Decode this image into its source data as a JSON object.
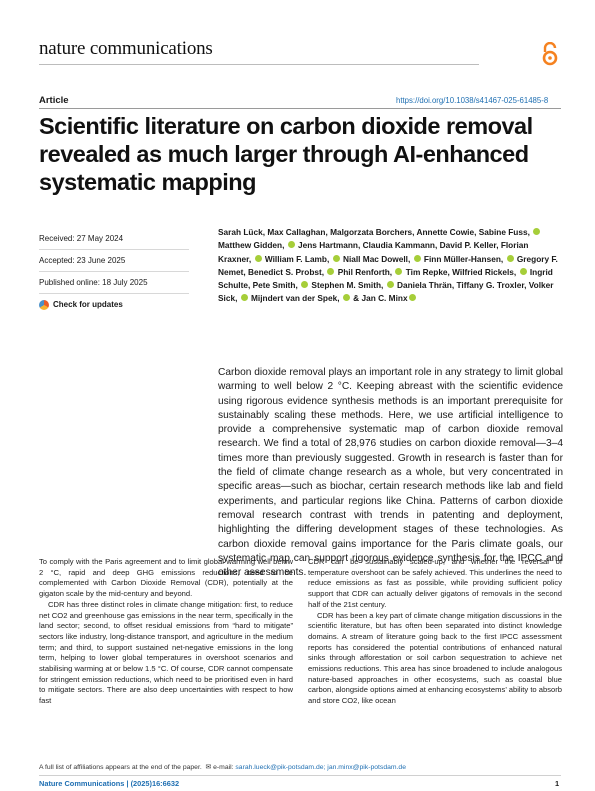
{
  "header": {
    "journal": "nature communications",
    "article_type": "Article",
    "doi": "https://doi.org/10.1038/s41467-025-61485-8"
  },
  "title": "Scientific literature on carbon dioxide removal revealed as much larger through AI-enhanced systematic mapping",
  "dates": {
    "received": "Received: 27 May 2024",
    "accepted": "Accepted: 23 June 2025",
    "published": "Published online: 18 July 2025",
    "check_updates": "Check for updates"
  },
  "authors": [
    "Sarah Lück",
    "Max Callaghan",
    "Malgorzata Borchers",
    "Annette Cowie",
    "Sabine Fuss",
    "Matthew Gidden",
    "Jens Hartmann",
    "Claudia Kammann",
    "David P. Keller",
    "Florian Kraxner",
    "William F. Lamb",
    "Niall Mac Dowell",
    "Finn Müller-Hansen",
    "Gregory F. Nemet",
    "Benedict S. Probst",
    "Phil Renforth",
    "Tim Repke",
    "Wilfried Rickels",
    "Ingrid Schulte",
    "Pete Smith",
    "Stephen M. Smith",
    "Daniela Thrän",
    "Tiffany G. Troxler",
    "Volker Sick",
    "Mijndert van der Spek",
    "Jan C. Minx"
  ],
  "abstract": "Carbon dioxide removal plays an important role in any strategy to limit global warming to well below 2 °C. Keeping abreast with the scientific evidence using rigorous evidence synthesis methods is an important prerequisite for sustainably scaling these methods. Here, we use artificial intelligence to provide a comprehensive systematic map of carbon dioxide removal research. We find a total of 28,976 studies on carbon dioxide removal—3–4 times more than previously suggested. Growth in research is faster than for the field of climate change research as a whole, but very concentrated in specific areas—such as biochar, certain research methods like lab and field experiments, and particular regions like China. Patterns of carbon dioxide removal research contrast with trends in patenting and deployment, highlighting the differing development stages of these technologies. As carbon dioxide removal gains importance for the Paris climate goals, our systematic map can support rigorous evidence synthesis for the IPCC and other assessments.",
  "body": {
    "left": [
      "To comply with the Paris agreement and to limit global warming well below 2 °C, rapid and deep GHG emissions reductions, need to be complemented with Carbon Dioxide Removal (CDR), potentially at the gigaton scale by the mid-century and beyond.",
      "CDR has three distinct roles in climate change mitigation: first, to reduce net CO2 and greenhouse gas emissions in the near term, specifically in the land sector; second, to offset residual emissions from “hard to mitigate” sectors like industry, long-distance transport, and agriculture in the medium term; and third, to support sustained net-negative emissions in the long term, helping to lower global temperatures in overshoot scenarios and stabilising warming at or below 1.5 °C. Of course, CDR cannot compensate for stringent emission reductions, which need to be prioritised even in hard to mitigate sectors. There are also deep uncertainties with respect to how fast"
    ],
    "right": [
      "CDR can be sustainably scaled-up, and whether the reversal of temperature overshoot can be safely achieved. This underlines the need to reduce emissions as fast as possible, while providing sufficient policy support that CDR can actually deliver gigatons of removals in the second half of the 21st century.",
      "CDR has been a key part of climate change mitigation discussions in the scientific literature, but has often been separated into distinct knowledge domains. A stream of literature going back to the first IPCC assessment reports has considered the potential contributions of enhanced natural sinks through afforestation or soil carbon sequestration to achieve net emissions reductions. This area has since broadened to include analogous nature-based approaches in other ecosystems, such as coastal blue carbon, alongside options aimed at enhancing ecosystems’ ability to absorb and store CO2, like ocean"
    ]
  },
  "footnote": {
    "text": "A full list of affiliations appears at the end of the paper.",
    "email_label": "e-mail:",
    "emails": "sarah.lueck@pik-potsdam.de; jan.minx@pik-potsdam.de"
  },
  "footer": {
    "journal": "Nature Communications | (2025)16:6632",
    "page": "1"
  },
  "colors": {
    "link": "#1f6fb2",
    "oa_orange": "#f58220",
    "orcid": "#a6ce39"
  },
  "icons": [
    "open-access-icon",
    "orcid-icon",
    "check-for-updates-icon",
    "email-icon"
  ]
}
